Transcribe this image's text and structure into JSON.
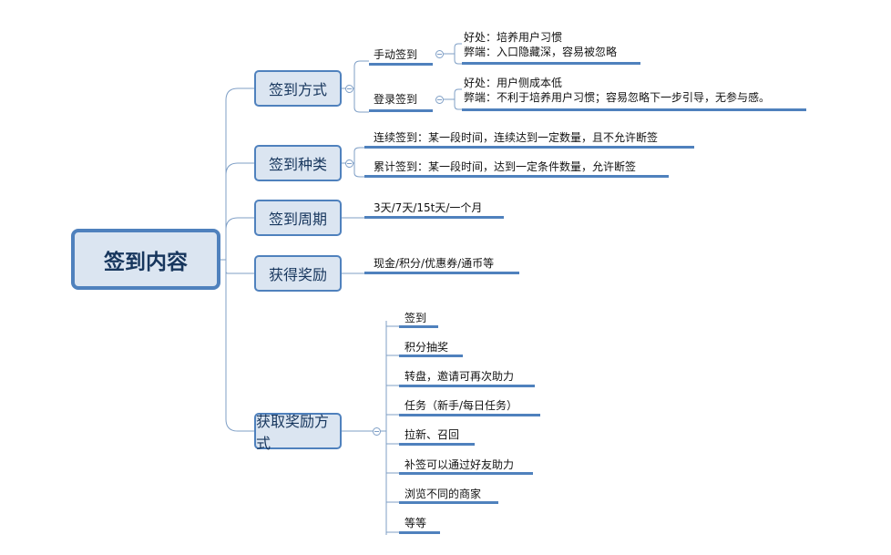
{
  "mindmap": {
    "central": "签到内容",
    "branches": [
      {
        "label": "签到方式",
        "children": [
          {
            "label": "手动签到",
            "details": [
              "好处：培养用户习惯",
              "弊端：入口隐藏深，容易被忽略"
            ]
          },
          {
            "label": "登录签到",
            "details": [
              "好处：用户侧成本低",
              "弊端：不利于培养用户习惯；容易忽略下一步引导，无参与感。"
            ]
          }
        ]
      },
      {
        "label": "签到种类",
        "children": [
          {
            "label": "连续签到：某一段时间，连续达到一定数量，且不允许断签"
          },
          {
            "label": "累计签到：某一段时间，达到一定条件数量，允许断签"
          }
        ]
      },
      {
        "label": "签到周期",
        "children": [
          {
            "label": "3天/7天/15t天/一个月"
          }
        ]
      },
      {
        "label": "获得奖励",
        "children": [
          {
            "label": "现金/积分/优惠券/通币等"
          }
        ]
      },
      {
        "label": "获取奖励方式",
        "children": [
          {
            "label": "签到"
          },
          {
            "label": "积分抽奖"
          },
          {
            "label": "转盘，邀请可再次助力"
          },
          {
            "label": "任务（新手/每日任务）"
          },
          {
            "label": "拉新、召回"
          },
          {
            "label": "补签可以通过好友助力"
          },
          {
            "label": "浏览不同的商家"
          },
          {
            "label": "等等"
          }
        ]
      }
    ]
  },
  "colors": {
    "accent": "#4f81bd",
    "node_fill": "#dbe5f1",
    "node_text": "#17365d",
    "connector": "#7f9fc6"
  }
}
